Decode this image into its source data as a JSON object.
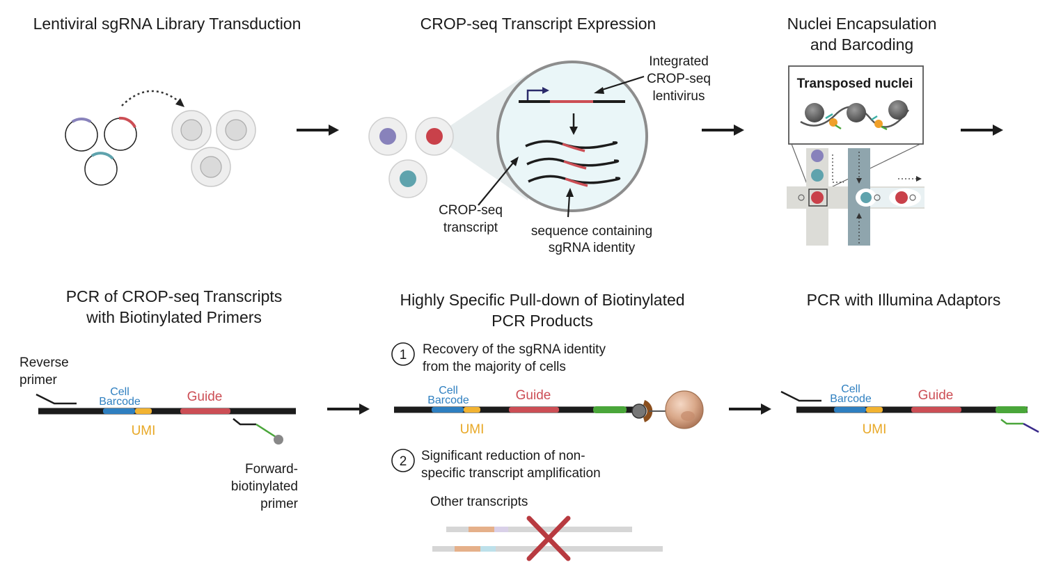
{
  "panels": {
    "transduction": {
      "title": "Lentiviral sgRNA Library Transduction"
    },
    "expression": {
      "title": "CROP-seq Transcript Expression",
      "integrated_label": [
        "Integrated",
        "CROP-seq",
        "lentivirus"
      ],
      "transcript_label": [
        "CROP-seq",
        "transcript"
      ],
      "identity_label": [
        "sequence containing",
        "sgRNA identity"
      ]
    },
    "encapsulation": {
      "title": [
        "Nuclei Encapsulation",
        "and Barcoding"
      ],
      "inset_label": "Transposed nuclei"
    },
    "pcr_biotin": {
      "title": [
        "PCR of CROP-seq Transcripts",
        "with Biotinylated Primers"
      ],
      "reverse_primer": [
        "Reverse",
        "primer"
      ],
      "forward_primer": [
        "Forward-",
        "biotinylated",
        "primer"
      ]
    },
    "pulldown": {
      "title": [
        "Highly Specific Pull-down of Biotinylated",
        "PCR Products"
      ],
      "step1_num": "1",
      "step1_text": [
        "Recovery of the sgRNA identity",
        "from the majority of cells"
      ],
      "step2_num": "2",
      "step2_text": [
        "Significant reduction of non-",
        "specific transcript amplification"
      ],
      "other_label": "Other transcripts"
    },
    "illumina": {
      "title": "PCR with Illumina Adaptors"
    }
  },
  "construct": {
    "cell_barcode": [
      "Cell",
      "Barcode"
    ],
    "umi": "UMI",
    "guide": "Guide"
  },
  "colors": {
    "backbone": "#1c1c1c",
    "barcode": "#2e7fc0",
    "umi": "#f2b331",
    "guide": "#cc4e55",
    "biotin_green": "#4aa63a",
    "purple": "#8882bb",
    "teal": "#5fa3ad",
    "red_cell": "#c9414a",
    "cross": "#b83a40"
  }
}
